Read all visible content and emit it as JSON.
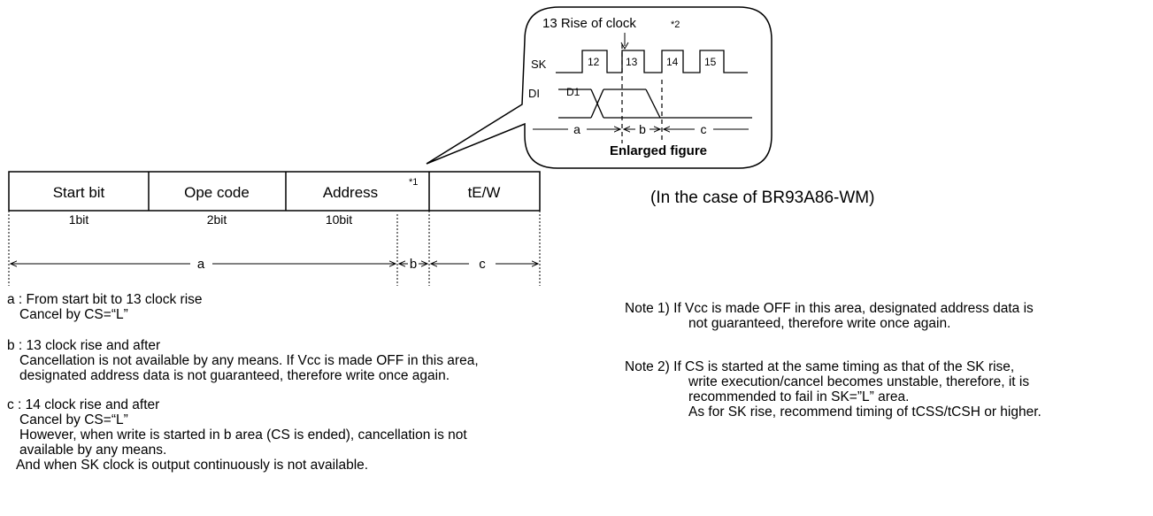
{
  "sequence": {
    "fields": [
      {
        "label": "Start bit",
        "bits": "1bit"
      },
      {
        "label": "Ope code",
        "bits": "2bit"
      },
      {
        "label": "Address",
        "bits": "10bit"
      },
      {
        "label": "tE/W",
        "bits": ""
      }
    ],
    "address_footnote": "*1",
    "range_labels": {
      "a": "a",
      "b": "b",
      "c": "c"
    }
  },
  "enlarged": {
    "header": "13 Rise of clock",
    "footnote": "*2",
    "sk_label": "SK",
    "di_label": "DI",
    "clock_labels": [
      "12",
      "13",
      "14",
      "15"
    ],
    "data_label": "D1",
    "range_labels": {
      "a": "a",
      "b": "b",
      "c": "c"
    },
    "caption": "Enlarged figure"
  },
  "device_note": "(In the case of BR93A86-WM)",
  "legend": {
    "a": [
      "a : From start bit to 13 clock rise",
      "Cancel by CS=“L”"
    ],
    "b": [
      "b : 13 clock rise and after",
      "Cancellation is not available by any means. If Vcc is made OFF in this area,",
      "designated address data is not guaranteed, therefore write once again."
    ],
    "c": [
      "c : 14 clock rise and after",
      "Cancel by CS=“L”",
      "However, when write is started in b area (CS is ended), cancellation is not",
      "available by any means.",
      "And when SK clock is output continuously is not available."
    ]
  },
  "notes": {
    "note1": [
      "Note 1)   If Vcc is made OFF in this area, designated address data is",
      "not guaranteed, therefore write once again."
    ],
    "note2": [
      "Note 2)   If CS is started at the same timing as that of the SK rise,",
      "write execution/cancel becomes unstable, therefore, it is",
      "recommended to fail in SK=”L” area.",
      "As for SK rise, recommend timing of tCSS/tCSH or higher."
    ]
  }
}
